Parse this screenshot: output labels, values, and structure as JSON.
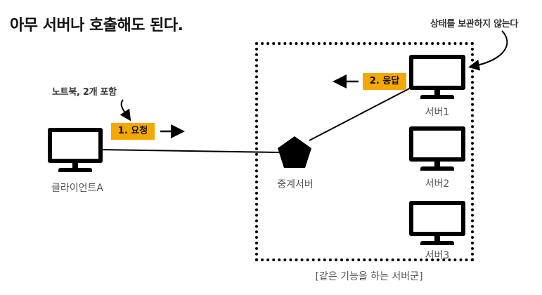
{
  "title": "아무 서버나 호출해도 된다.",
  "annotations": {
    "stateless_note": "상태를 보관하지 않는다",
    "client_note": "노트북, 2개 포함"
  },
  "badges": {
    "request": "1. 요청",
    "response": "2. 응답"
  },
  "nodes": {
    "client": "클라이언트A",
    "proxy": "중계서버",
    "server1": "서버1",
    "server2": "서버2",
    "server3": "서버3"
  },
  "group_label": "[같은 기능을 하는 서버군]",
  "colors": {
    "badge": "#f5a800",
    "ink": "#000000"
  }
}
